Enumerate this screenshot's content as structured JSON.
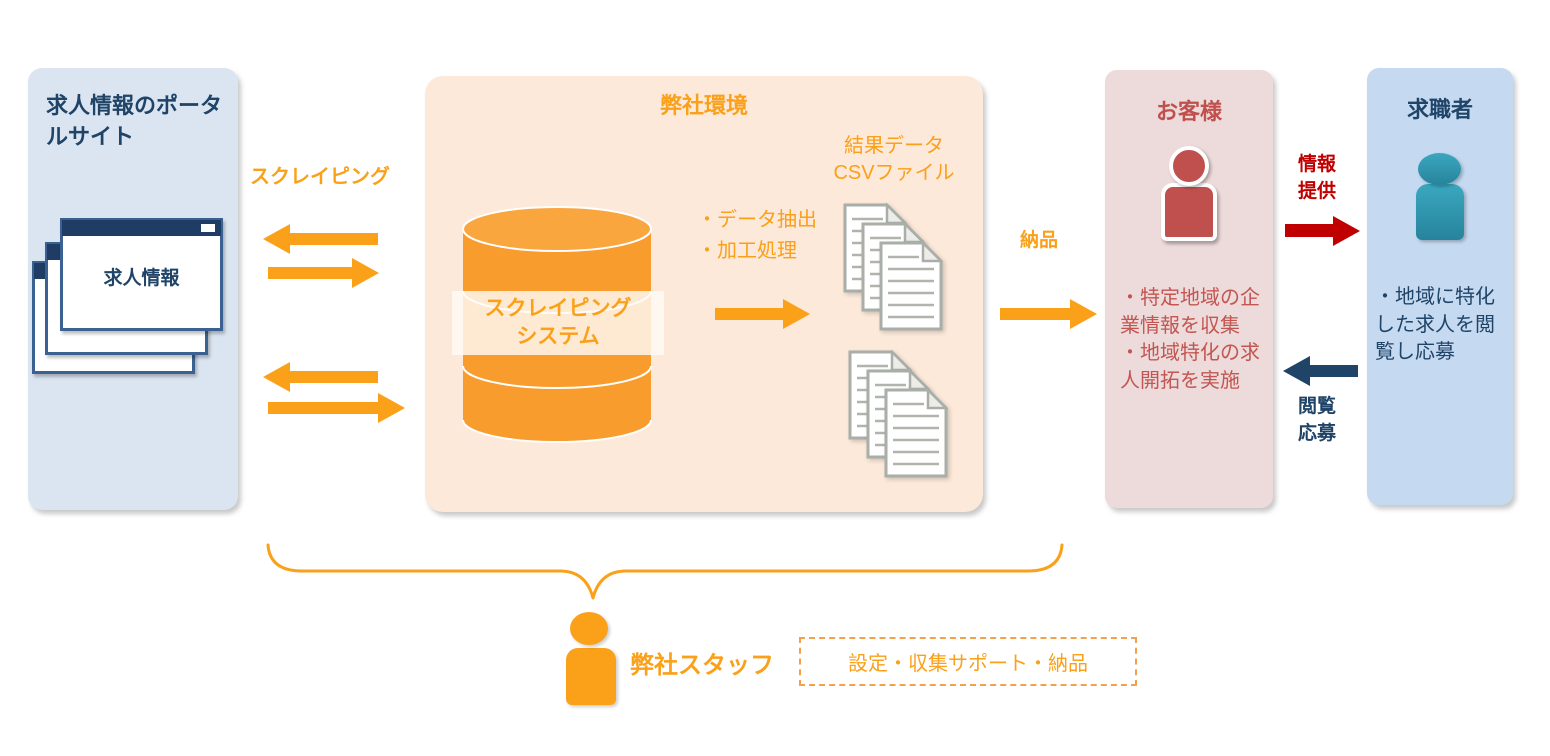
{
  "colors": {
    "accent_orange": "#FBA019",
    "peach_bg": "#FCE9D9",
    "portal_bg": "#DBE5F1",
    "seeker_bg": "#C5D9F1",
    "navy": "#1F4467",
    "customer_bg": "#EDDADA",
    "customer_red": "#C0504D",
    "dark_red": "#C00000",
    "teal": "#2E96AE"
  },
  "portal": {
    "title": "求人情報のポータルサイト",
    "window_label": "求人情報"
  },
  "scraping": {
    "label": "スクレイピング"
  },
  "env": {
    "title": "弊社環境",
    "system_label_line1": "スクレイピング",
    "system_label_line2": "システム",
    "process_items": [
      "・データ抽出",
      "・加工処理"
    ],
    "result_label_line1": "結果データ",
    "result_label_line2": "CSVファイル"
  },
  "delivery": {
    "label": "納品"
  },
  "customer": {
    "title": "お客様",
    "bullets": [
      "・特定地域の企業情報を収集",
      "・地域特化の求人開拓を実施"
    ]
  },
  "info_provision": {
    "line1": "情報",
    "line2": "提供"
  },
  "seeker": {
    "title": "求職者",
    "bullet": "・地域に特化した求人を閲覧し応募"
  },
  "view_apply": {
    "line1": "閲覧",
    "line2": "応募"
  },
  "staff": {
    "label": "弊社スタッフ",
    "support_label": "設定・収集サポート・納品"
  }
}
